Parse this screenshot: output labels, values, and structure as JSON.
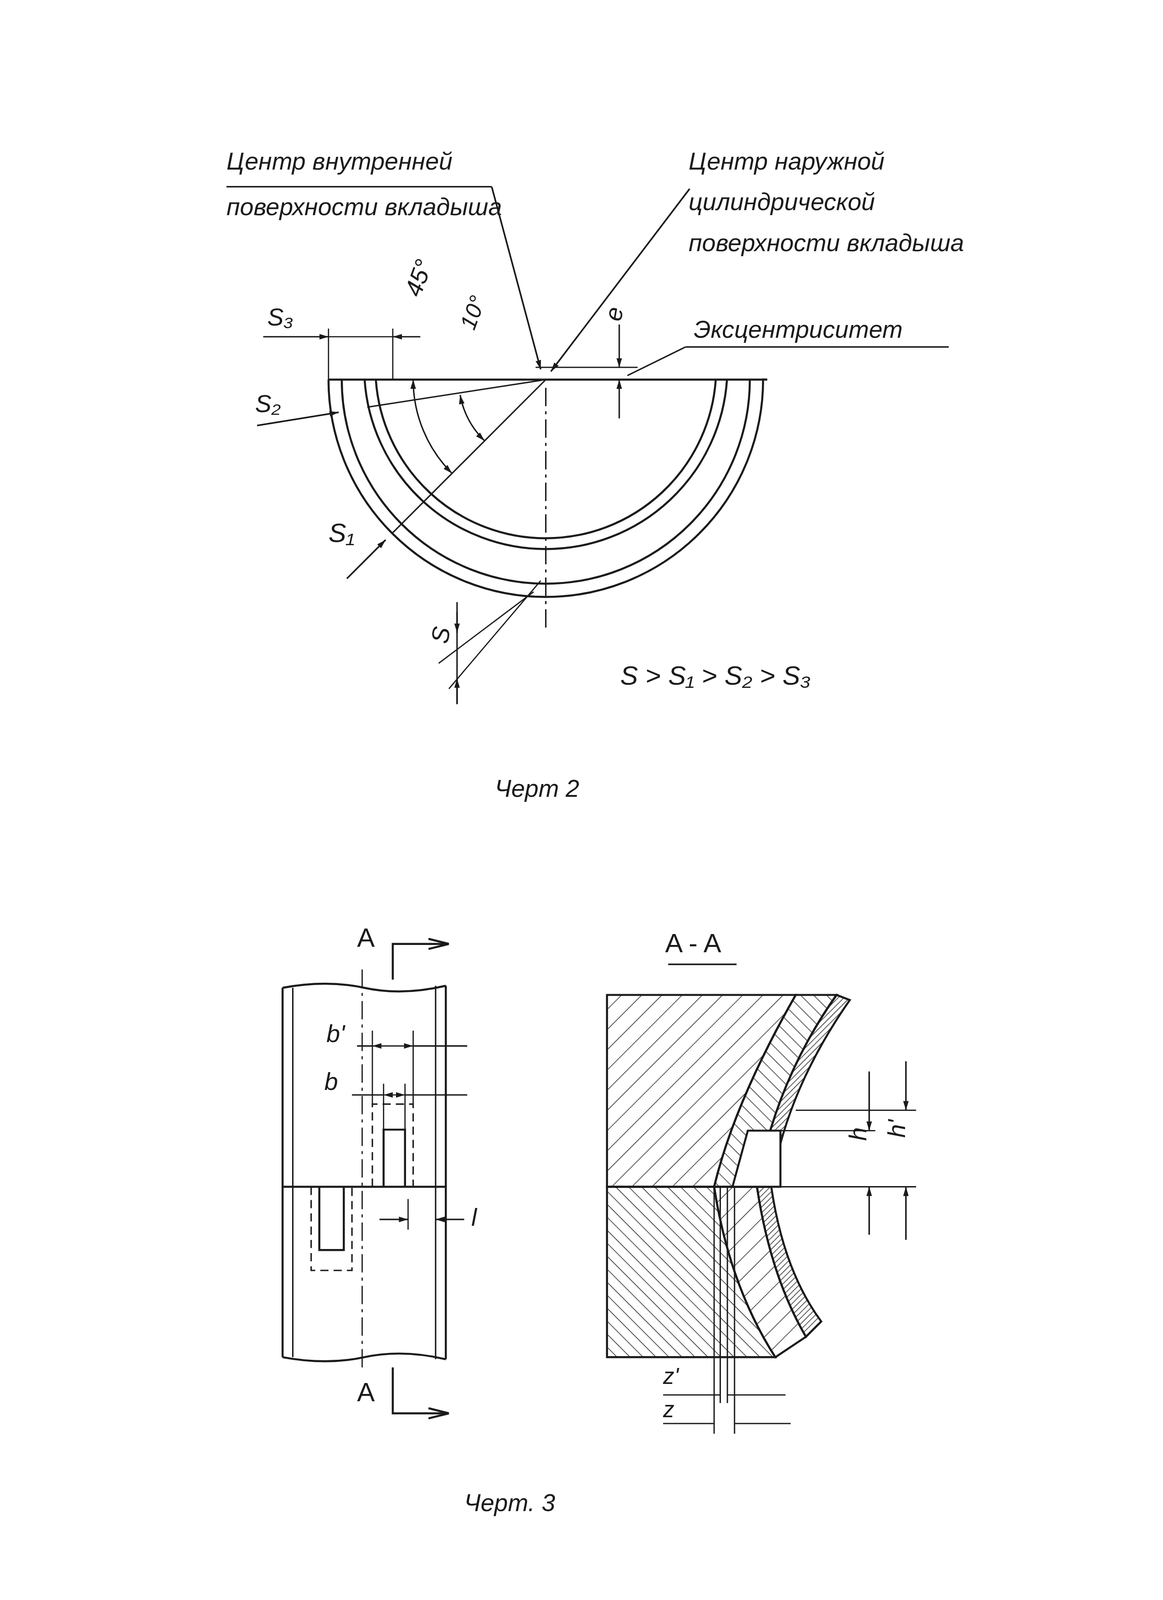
{
  "diagram": {
    "labels": [
      "Центр внутренней",
      "поверхности вкладыша",
      "Центр наружной",
      "цилиндрической",
      "поверхности вкладыша",
      "45°",
      "10°",
      "S₃",
      "S₂",
      "S₁",
      "S",
      "e",
      "Эксцентриситет",
      "S > S₁ > S₂ > S₃",
      "Черт 2",
      "A",
      "A - A",
      "b'",
      "b",
      "l",
      "h",
      "h'",
      "A",
      "z'",
      "z",
      "Черт. 3"
    ]
  }
}
